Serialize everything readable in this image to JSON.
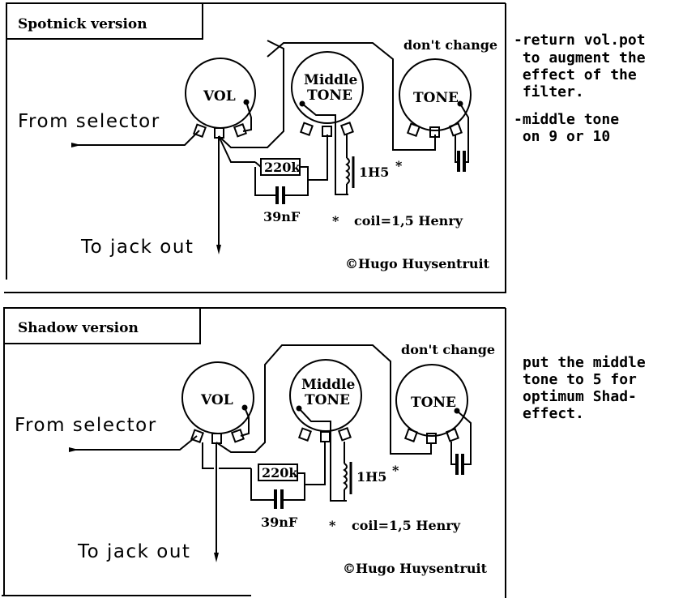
{
  "panels": [
    {
      "id": "spotnick",
      "title": "Spotnick version",
      "from_label": "From selector",
      "to_label": "To jack out",
      "pots": [
        {
          "name": "vol",
          "label_lines": [
            "VOL"
          ]
        },
        {
          "name": "middle-tone",
          "label_lines": [
            "Middle",
            "TONE"
          ]
        },
        {
          "name": "tone",
          "label_lines": [
            "TONE"
          ]
        }
      ],
      "dont_change": "don't change",
      "resistor": "220k",
      "capacitor": "39nF",
      "coil": "1H5",
      "coil_marker": "*",
      "coil_note": "coil=1,5 Henry",
      "coil_note_marker": "*",
      "copyright": "©Hugo Huysentruit",
      "notes": [
        "-return vol.pot",
        " to augment the",
        " effect of the",
        " filter.",
        "-middle tone",
        " on 9 or 10"
      ]
    },
    {
      "id": "shadow",
      "title": "Shadow version",
      "from_label": "From selector",
      "to_label": "To jack out",
      "pots": [
        {
          "name": "vol",
          "label_lines": [
            "VOL"
          ]
        },
        {
          "name": "middle-tone",
          "label_lines": [
            "Middle",
            "TONE"
          ]
        },
        {
          "name": "tone",
          "label_lines": [
            "TONE"
          ]
        }
      ],
      "dont_change": "don't change",
      "resistor": "220k",
      "capacitor": "39nF",
      "coil": "1H5",
      "coil_marker": "*",
      "coil_note": "coil=1,5 Henry",
      "coil_note_marker": "*",
      "copyright": "©Hugo Huysentruit",
      "notes": [
        "put the middle",
        "tone to 5 for",
        "optimum Shad-",
        "effect."
      ]
    }
  ]
}
